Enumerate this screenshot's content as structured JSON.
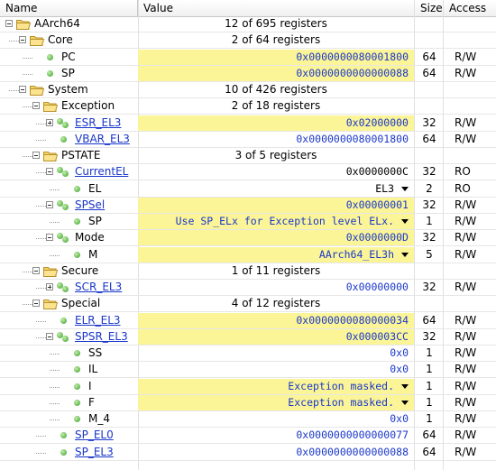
{
  "headers": {
    "name": "Name",
    "value": "Value",
    "size": "Size",
    "access": "Access"
  },
  "rows": [
    {
      "label": "AArch64",
      "value": "12 of 695 registers",
      "size": "",
      "access": "",
      "kind": "folder",
      "depth": 0,
      "expand": "minus"
    },
    {
      "label": "Core",
      "value": "2 of 64 registers",
      "size": "",
      "access": "",
      "kind": "folder",
      "depth": 1,
      "expand": "minus"
    },
    {
      "label": "PC",
      "value": "0x0000000080001800",
      "size": "64",
      "access": "R/W",
      "kind": "reg",
      "depth": 2,
      "hl": true
    },
    {
      "label": "SP",
      "value": "0x0000000000000088",
      "size": "64",
      "access": "R/W",
      "kind": "reg",
      "depth": 2,
      "hl": true
    },
    {
      "label": "System",
      "value": "10 of 426 registers",
      "size": "",
      "access": "",
      "kind": "folder",
      "depth": 1,
      "expand": "minus"
    },
    {
      "label": "Exception",
      "value": "2 of 18 registers",
      "size": "",
      "access": "",
      "kind": "folder",
      "depth": 2,
      "expand": "minus"
    },
    {
      "label": "ESR_EL3",
      "value": "0x02000000",
      "size": "32",
      "access": "R/W",
      "kind": "reg2",
      "depth": 3,
      "expand": "plus",
      "link": true,
      "hl": true
    },
    {
      "label": "VBAR_EL3",
      "value": "0x0000000080001800",
      "size": "64",
      "access": "R/W",
      "kind": "reg",
      "depth": 3,
      "link": true
    },
    {
      "label": "PSTATE",
      "value": "3 of 5 registers",
      "size": "",
      "access": "",
      "kind": "folder",
      "depth": 2,
      "expand": "minus"
    },
    {
      "label": "CurrentEL",
      "value": "0x0000000C",
      "size": "32",
      "access": "RO",
      "kind": "reg2",
      "depth": 3,
      "expand": "minus",
      "link": true,
      "black": true
    },
    {
      "label": "EL",
      "value": "EL3",
      "size": "2",
      "access": "RO",
      "kind": "reg",
      "depth": 4,
      "black": true,
      "dropdown": true
    },
    {
      "label": "SPSel",
      "value": "0x00000001",
      "size": "32",
      "access": "R/W",
      "kind": "reg2",
      "depth": 3,
      "expand": "minus",
      "link": true,
      "hl": true
    },
    {
      "label": "SP",
      "value": "Use SP_ELx for Exception level ELx.",
      "size": "1",
      "access": "R/W",
      "kind": "reg",
      "depth": 4,
      "hl": true,
      "dropdown": true
    },
    {
      "label": "Mode",
      "value": "0x0000000D",
      "size": "32",
      "access": "R/W",
      "kind": "reg2",
      "depth": 3,
      "expand": "minus",
      "hl": true
    },
    {
      "label": "M",
      "value": "AArch64_EL3h",
      "size": "5",
      "access": "R/W",
      "kind": "reg",
      "depth": 4,
      "hl": true,
      "dropdown": true
    },
    {
      "label": "Secure",
      "value": "1 of 11 registers",
      "size": "",
      "access": "",
      "kind": "folder",
      "depth": 2,
      "expand": "minus"
    },
    {
      "label": "SCR_EL3",
      "value": "0x00000000",
      "size": "32",
      "access": "R/W",
      "kind": "reg2",
      "depth": 3,
      "expand": "plus",
      "link": true
    },
    {
      "label": "Special",
      "value": "4 of 12 registers",
      "size": "",
      "access": "",
      "kind": "folder",
      "depth": 2,
      "expand": "minus"
    },
    {
      "label": "ELR_EL3",
      "value": "0x0000000080000034",
      "size": "64",
      "access": "R/W",
      "kind": "reg",
      "depth": 3,
      "link": true,
      "hl": true
    },
    {
      "label": "SPSR_EL3",
      "value": "0x000003CC",
      "size": "32",
      "access": "R/W",
      "kind": "reg2",
      "depth": 3,
      "expand": "minus",
      "link": true,
      "hl": true
    },
    {
      "label": "SS",
      "value": "0x0",
      "size": "1",
      "access": "R/W",
      "kind": "reg",
      "depth": 4
    },
    {
      "label": "IL",
      "value": "0x0",
      "size": "1",
      "access": "R/W",
      "kind": "reg",
      "depth": 4
    },
    {
      "label": "I",
      "value": "Exception masked.",
      "size": "1",
      "access": "R/W",
      "kind": "reg",
      "depth": 4,
      "hl": true,
      "dropdown": true
    },
    {
      "label": "F",
      "value": "Exception masked.",
      "size": "1",
      "access": "R/W",
      "kind": "reg",
      "depth": 4,
      "hl": true,
      "dropdown": true
    },
    {
      "label": "M_4",
      "value": "0x0",
      "size": "1",
      "access": "R/W",
      "kind": "reg",
      "depth": 4
    },
    {
      "label": "SP_EL0",
      "value": "0x0000000000000077",
      "size": "64",
      "access": "R/W",
      "kind": "reg",
      "depth": 3,
      "link": true
    },
    {
      "label": "SP_EL3",
      "value": "0x0000000000000088",
      "size": "64",
      "access": "R/W",
      "kind": "reg",
      "depth": 3,
      "link": true
    }
  ]
}
